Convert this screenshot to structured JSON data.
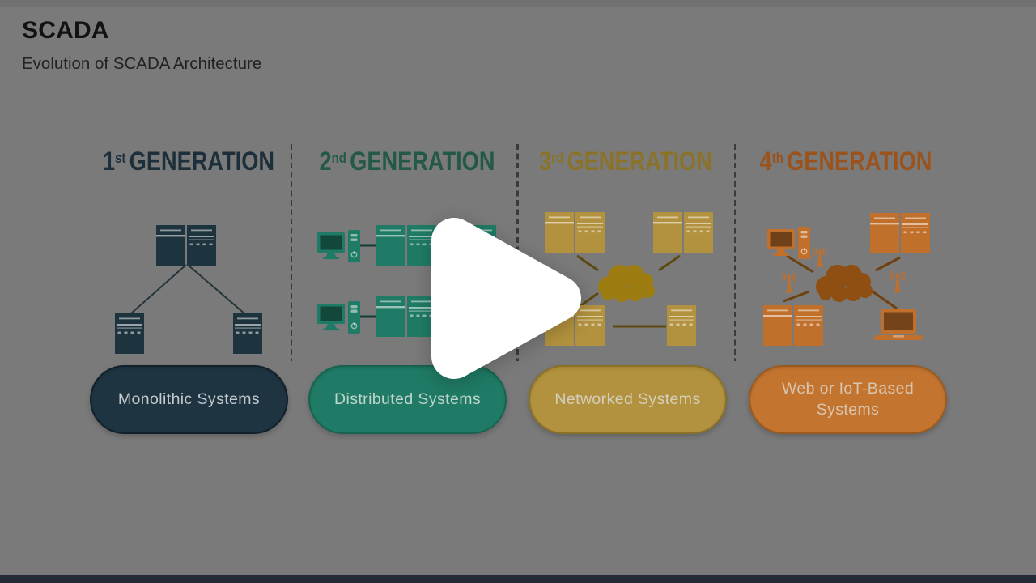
{
  "header": {
    "title": "SCADA",
    "subtitle": "Evolution of SCADA Architecture"
  },
  "columns": [
    {
      "gen_number": "1",
      "gen_suffix": "st",
      "gen_word": "GENERATION",
      "system_label": "Monolithic Systems",
      "accent_color": "#1d333e",
      "header_text_color": "#1d2f3a",
      "pill_fill": "#1e3441",
      "pill_border": "#11202a",
      "icons": [
        "mainframe-server-pair",
        "server",
        "server"
      ]
    },
    {
      "gen_number": "2",
      "gen_suffix": "nd",
      "gen_word": "GENERATION",
      "system_label": "Distributed Systems",
      "accent_color": "#1f7b65",
      "header_text_color": "#24594a",
      "pill_fill": "#1f7b65",
      "pill_border": "#176351",
      "icons": [
        "desktop-computer",
        "server-rack",
        "desktop-computer",
        "server-rack"
      ]
    },
    {
      "gen_number": "3",
      "gen_suffix": "rd",
      "gen_word": "GENERATION",
      "system_label": "Networked Systems",
      "accent_color": "#b2923e",
      "header_text_color": "#8a7329",
      "pill_fill": "#b2923e",
      "pill_border": "#8a7126",
      "cloud_color": "#9c7c10",
      "icons": [
        "server-pair",
        "server-pair",
        "server-pair",
        "server",
        "network-cloud"
      ]
    },
    {
      "gen_number": "4",
      "gen_suffix": "th",
      "gen_word": "GENERATION",
      "system_label": "Web or IoT-Based Systems",
      "accent_color": "#c1702c",
      "header_text_color": "#9a531c",
      "pill_fill": "#c3742f",
      "pill_border": "#9a5a1d",
      "cloud_color": "#8f4e12",
      "icons": [
        "desktop-computer",
        "server-pair",
        "server-pair",
        "laptop",
        "iot-cloud",
        "wireless-antenna",
        "wireless-antenna",
        "wireless-antenna"
      ]
    }
  ],
  "player": {
    "play_icon": "play-triangle",
    "play_color": "#ffffff",
    "progress_bar_color": "#232b37"
  },
  "canvas": {
    "background": "#7a7a7a"
  }
}
